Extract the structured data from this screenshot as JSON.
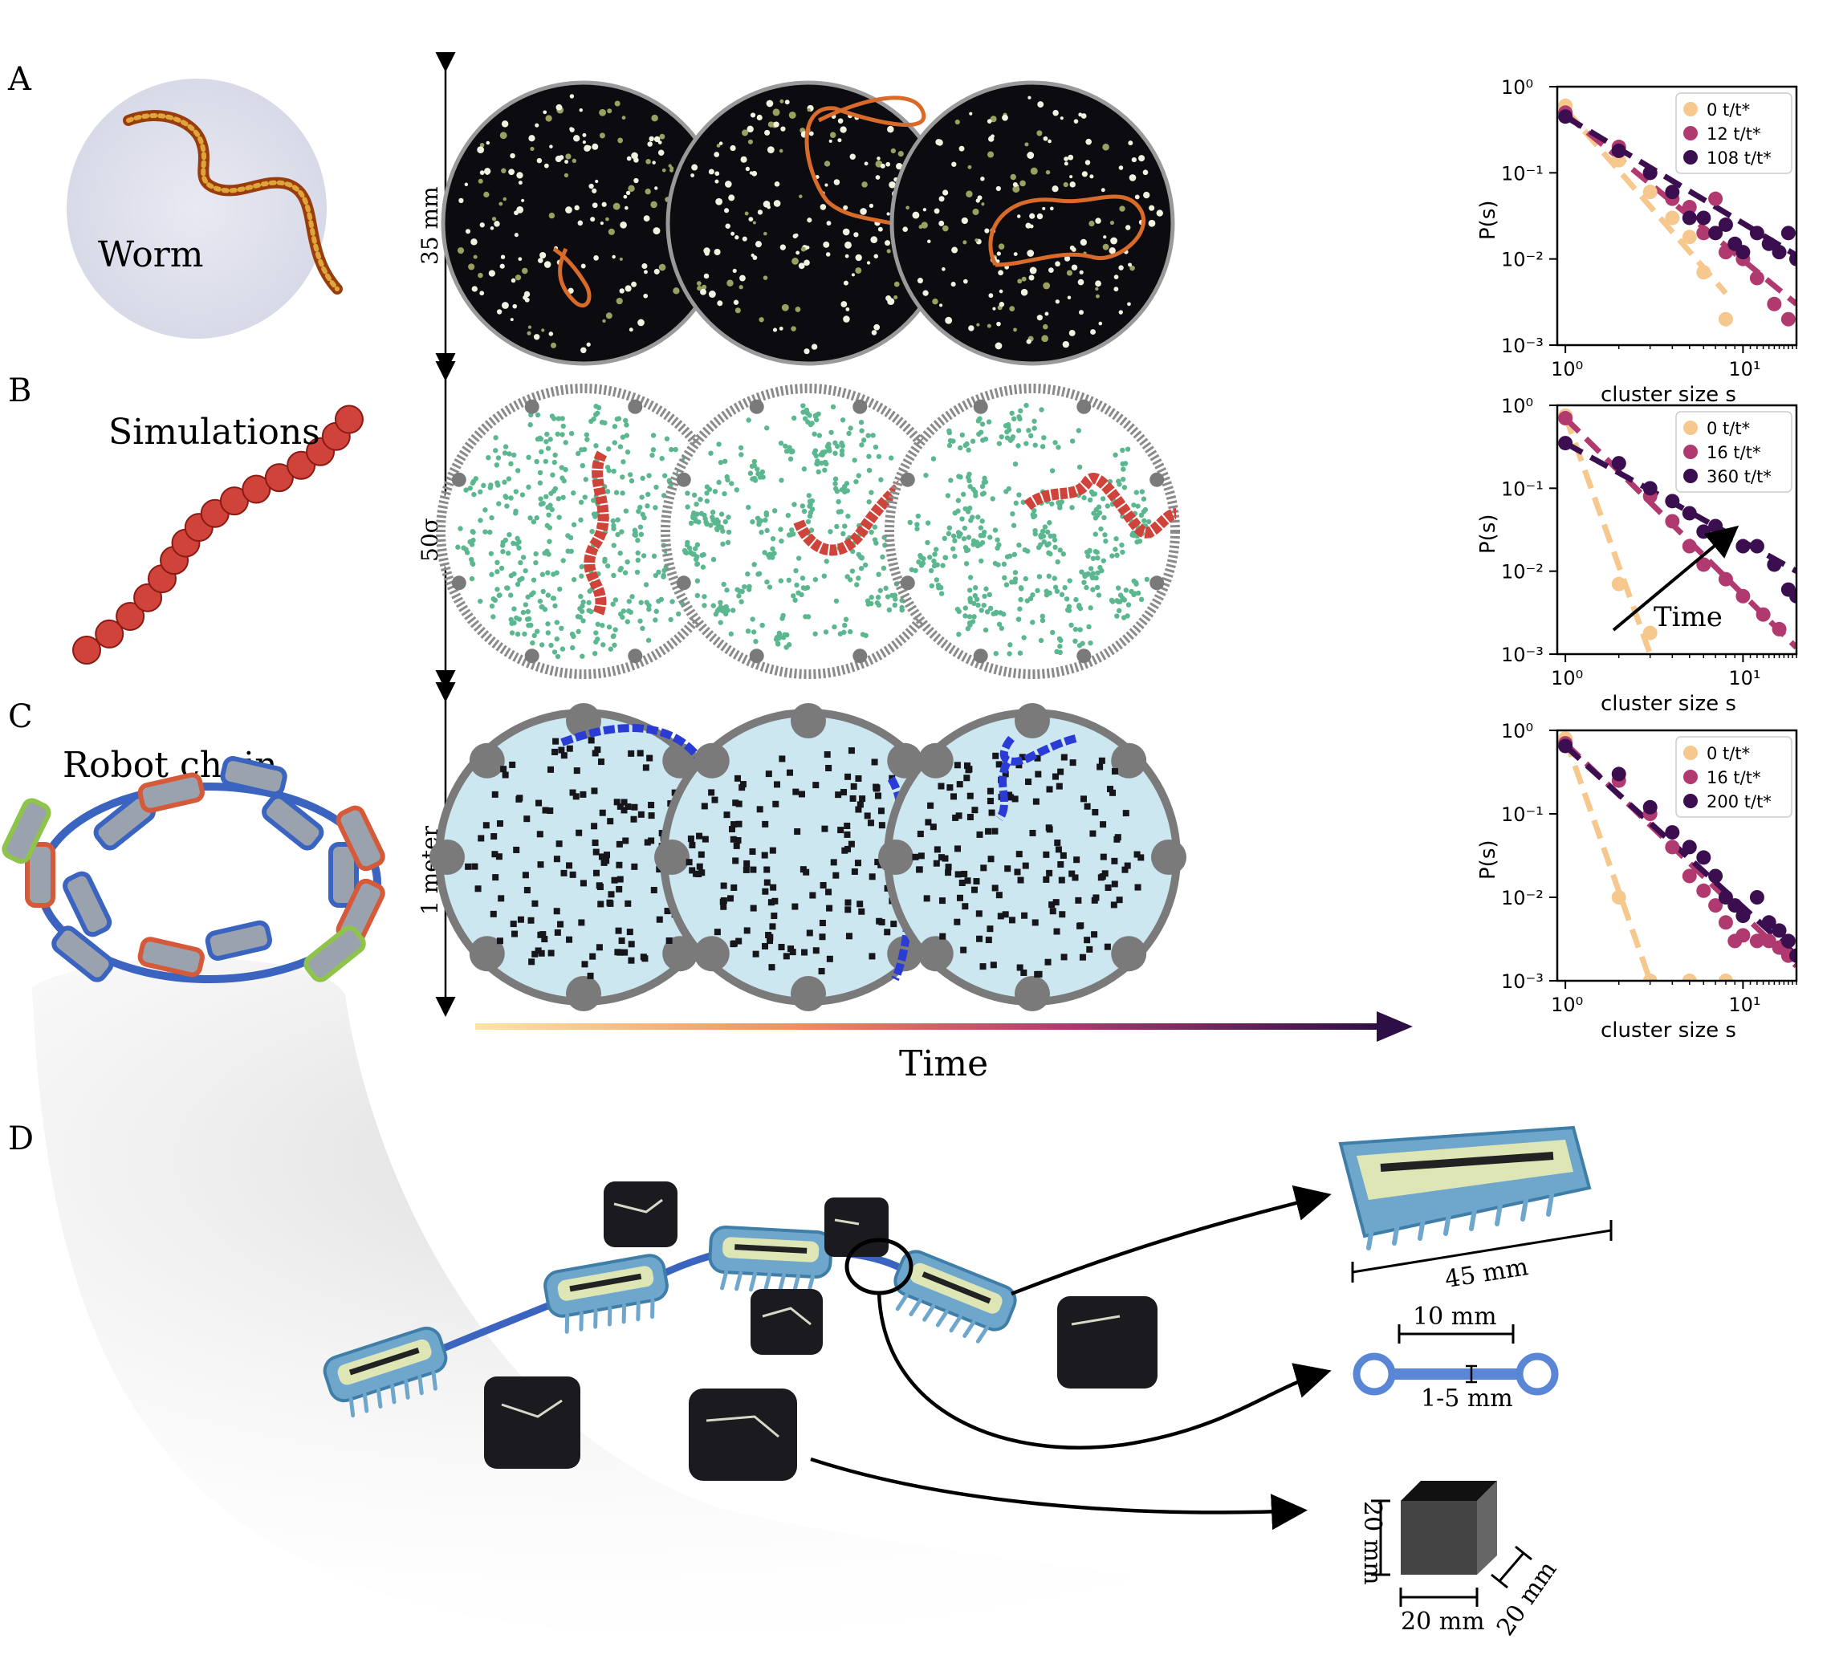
{
  "panel_letters": {
    "a": "A",
    "b": "B",
    "c": "C",
    "d": "D"
  },
  "labels": {
    "worm": "Worm",
    "simulations": "Simulations",
    "robot_chain": "Robot chain",
    "scale_a": "35 mm",
    "scale_b": "50σ",
    "scale_c": "1 meter",
    "time": "Time"
  },
  "dims": {
    "length_45": "45 mm",
    "length_10": "10 mm",
    "gap": "1-5 mm",
    "cube_h": "20 mm",
    "cube_w": "20 mm",
    "cube_d": "20 mm"
  },
  "colors": {
    "series_0": "#f6c88d",
    "series_1": "#b03a6f",
    "series_2": "#3b0f4f",
    "worm": "#c85a20",
    "sim_chain": "#d0433a",
    "sim_particle": "#5bb78f",
    "robot_chain": "#2a3bd6",
    "dish_dark": "#0c0c10",
    "arena_blue": "#cde7f1",
    "wall": "#7a7a7a"
  },
  "chart_data": [
    {
      "type": "scatter",
      "panel": "A",
      "xlabel": "cluster size s",
      "ylabel": "P(s)",
      "xscale": "log",
      "yscale": "log",
      "xlim": [
        0.9,
        20
      ],
      "ylim": [
        0.001,
        1
      ],
      "xticks": [
        "10⁰",
        "10¹"
      ],
      "yticks": [
        "10⁰",
        "10⁻¹",
        "10⁻²",
        "10⁻³"
      ],
      "legend": "top-right",
      "series": [
        {
          "name": "0 t/t*",
          "color_key": "series_0",
          "x": [
            1,
            2,
            3,
            4,
            5,
            6,
            8
          ],
          "y": [
            0.6,
            0.14,
            0.06,
            0.03,
            0.018,
            0.007,
            0.002
          ],
          "fit": {
            "x": [
              1,
              8
            ],
            "y": [
              0.55,
              0.004
            ]
          }
        },
        {
          "name": "12 t/t*",
          "color_key": "series_1",
          "x": [
            1,
            2,
            3,
            4,
            5,
            6,
            7,
            8,
            10,
            12,
            15,
            18
          ],
          "y": [
            0.5,
            0.2,
            0.1,
            0.05,
            0.04,
            0.02,
            0.05,
            0.012,
            0.01,
            0.006,
            0.003,
            0.002
          ],
          "fit": {
            "x": [
              1,
              20
            ],
            "y": [
              0.48,
              0.003
            ]
          }
        },
        {
          "name": "108 t/t*",
          "color_key": "series_2",
          "x": [
            1,
            2,
            3,
            4,
            5,
            6,
            7,
            8,
            9,
            10,
            12,
            14,
            16,
            18,
            20
          ],
          "y": [
            0.45,
            0.18,
            0.1,
            0.06,
            0.03,
            0.03,
            0.02,
            0.025,
            0.015,
            0.012,
            0.02,
            0.015,
            0.012,
            0.02,
            0.01
          ],
          "fit": {
            "x": [
              1,
              20
            ],
            "y": [
              0.45,
              0.011
            ]
          }
        }
      ]
    },
    {
      "type": "scatter",
      "panel": "B",
      "xlabel": "cluster size s",
      "ylabel": "P(s)",
      "xscale": "log",
      "yscale": "log",
      "xlim": [
        0.9,
        20
      ],
      "ylim": [
        0.001,
        1
      ],
      "xticks": [
        "10⁰",
        "10¹"
      ],
      "yticks": [
        "10⁰",
        "10⁻¹",
        "10⁻²",
        "10⁻³"
      ],
      "legend": "top-right",
      "annotation": "Time",
      "series": [
        {
          "name": "0 t/t*",
          "color_key": "series_0",
          "x": [
            1,
            2,
            3
          ],
          "y": [
            0.75,
            0.007,
            0.0018
          ],
          "fit": {
            "x": [
              1,
              3
            ],
            "y": [
              0.75,
              0.001
            ]
          }
        },
        {
          "name": "16 t/t*",
          "color_key": "series_1",
          "x": [
            1,
            2,
            3,
            4,
            5,
            6,
            8,
            10,
            13,
            16
          ],
          "y": [
            0.7,
            0.2,
            0.08,
            0.04,
            0.02,
            0.012,
            0.008,
            0.005,
            0.003,
            0.002
          ],
          "fit": {
            "x": [
              1,
              20
            ],
            "y": [
              0.7,
              0.0012
            ]
          }
        },
        {
          "name": "360 t/t*",
          "color_key": "series_2",
          "x": [
            1,
            2,
            3,
            4,
            5,
            6,
            7,
            8,
            10,
            12,
            15,
            18,
            20
          ],
          "y": [
            0.35,
            0.2,
            0.1,
            0.07,
            0.05,
            0.03,
            0.035,
            0.025,
            0.02,
            0.02,
            0.012,
            0.006,
            0.005
          ],
          "fit": {
            "x": [
              1,
              20
            ],
            "y": [
              0.35,
              0.01
            ]
          }
        }
      ]
    },
    {
      "type": "scatter",
      "panel": "C",
      "xlabel": "cluster size s",
      "ylabel": "P(s)",
      "xscale": "log",
      "yscale": "log",
      "xlim": [
        0.9,
        20
      ],
      "ylim": [
        0.001,
        1
      ],
      "xticks": [
        "10⁰",
        "10¹"
      ],
      "yticks": [
        "10⁰",
        "10⁻¹",
        "10⁻²",
        "10⁻³"
      ],
      "legend": "top-right",
      "series": [
        {
          "name": "0 t/t*",
          "color_key": "series_0",
          "x": [
            1,
            2,
            3,
            5,
            8
          ],
          "y": [
            0.8,
            0.01,
            0.001,
            0.001,
            0.001
          ],
          "fit": {
            "x": [
              1,
              3
            ],
            "y": [
              0.8,
              0.001
            ]
          }
        },
        {
          "name": "16 t/t*",
          "color_key": "series_1",
          "x": [
            1,
            2,
            3,
            4,
            5,
            6,
            7,
            8,
            9,
            10,
            12,
            14,
            16,
            18
          ],
          "y": [
            0.7,
            0.25,
            0.1,
            0.04,
            0.018,
            0.012,
            0.008,
            0.005,
            0.003,
            0.0035,
            0.003,
            0.003,
            0.0025,
            0.002
          ],
          "fit": {
            "x": [
              1,
              20
            ],
            "y": [
              0.7,
              0.0015
            ]
          }
        },
        {
          "name": "200 t/t*",
          "color_key": "series_2",
          "x": [
            1,
            2,
            3,
            4,
            5,
            6,
            7,
            8,
            9,
            10,
            12,
            14,
            16,
            18,
            20
          ],
          "y": [
            0.65,
            0.3,
            0.12,
            0.06,
            0.04,
            0.03,
            0.018,
            0.01,
            0.008,
            0.006,
            0.01,
            0.005,
            0.004,
            0.003,
            0.002
          ],
          "fit": {
            "x": [
              1,
              20
            ],
            "y": [
              0.65,
              0.002
            ]
          }
        }
      ]
    }
  ]
}
